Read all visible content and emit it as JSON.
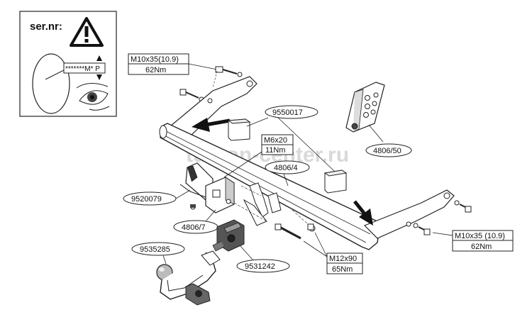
{
  "serial_box": {
    "title": "ser.nr:",
    "plate_text": "*******M* P"
  },
  "watermark": "turkon-center.ru",
  "callouts": {
    "bolt_top_left": {
      "size": "M10x35(10.9)",
      "torque": "62Nm"
    },
    "bolt_center": {
      "size": "M6x20",
      "torque": "11Nm"
    },
    "bolt_right": {
      "size": "M10x35 (10.9)",
      "torque": "62Nm"
    },
    "bolt_bottom": {
      "size": "M12x90",
      "torque": "65Nm"
    }
  },
  "parts": {
    "p9550017": "9550017",
    "p4806_50": "4806/50",
    "p4806_4": "4806/4",
    "p9520079": "9520079",
    "p4806_7": "4806/7",
    "p9535285": "9535285",
    "p9531242": "9531242"
  }
}
